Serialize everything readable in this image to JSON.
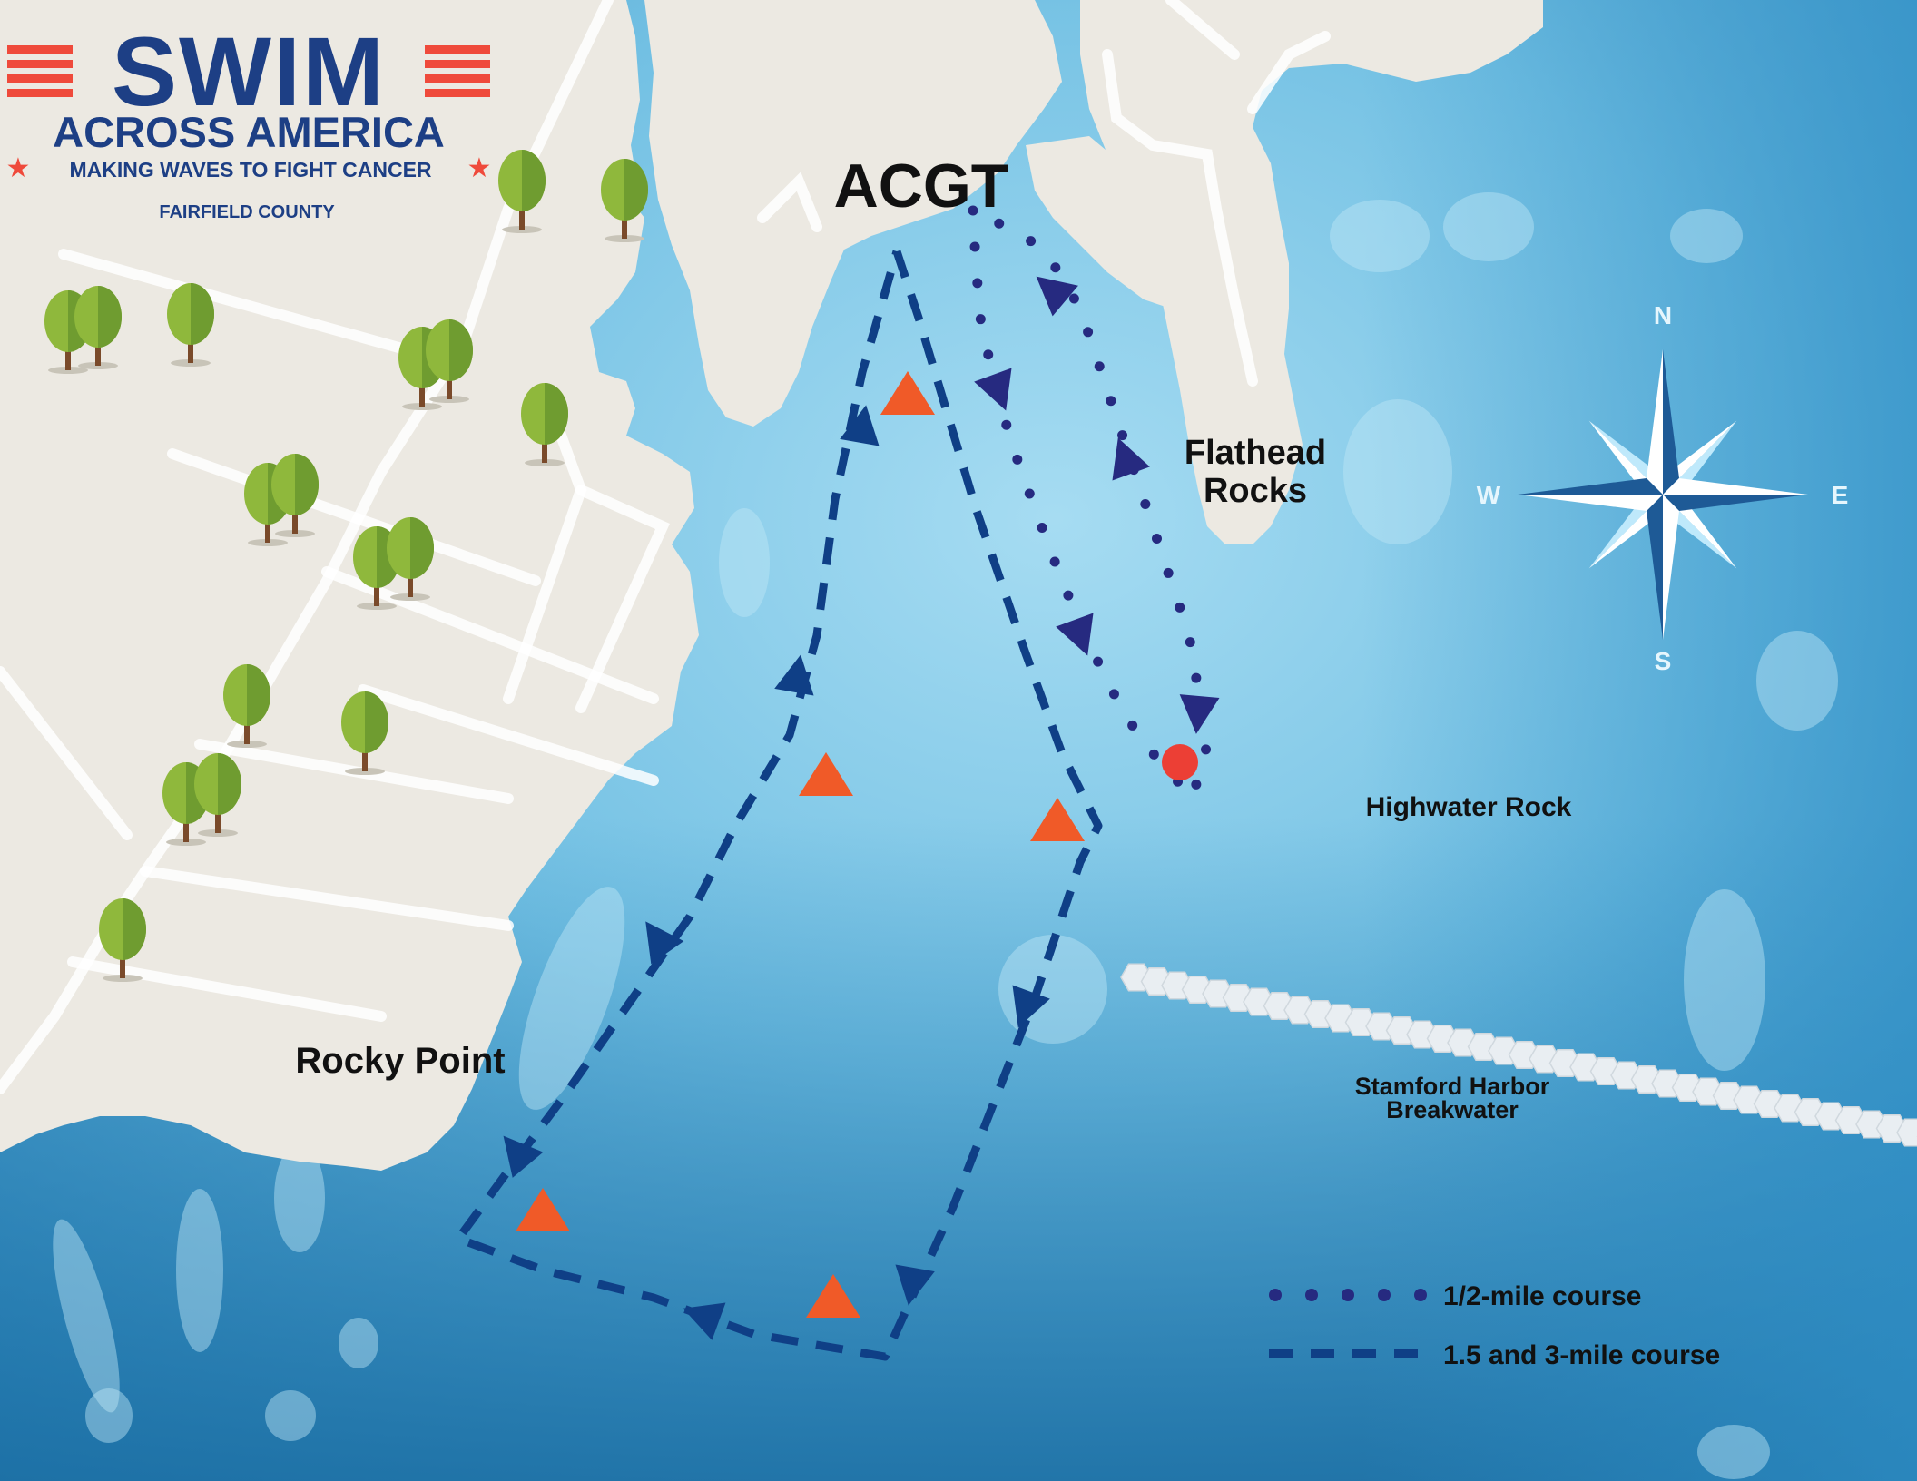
{
  "logo": {
    "swim": "SWIM",
    "across": "ACROSS AMERICA",
    "tagline": "MAKING WAVES TO FIGHT CANCER",
    "chapter": "FAIRFIELD COUNTY"
  },
  "labels": {
    "start": "ACGT",
    "flathead_1": "Flathead",
    "flathead_2": "Rocks",
    "highwater": "Highwater Rock",
    "rocky_point": "Rocky Point",
    "breakwater_1": "Stamford Harbor",
    "breakwater_2": "Breakwater"
  },
  "compass": {
    "n": "N",
    "s": "S",
    "e": "E",
    "w": "W"
  },
  "legend": {
    "half_mile": "1/2-mile course",
    "long_course": "1.5 and 3-mile course"
  },
  "colors": {
    "land": "#ece9e2",
    "water_shallow": "#8fd2ee",
    "water_deep": "#1f7fb5",
    "course": "#0f3f86",
    "half_course": "#262a80",
    "buoy": "#f05a28",
    "marker": "#ec3f35",
    "logo_blue": "#1d3f85",
    "logo_red": "#ef4a3b",
    "text": "#111111"
  },
  "icons": [
    "tree-icon",
    "buoy-icon",
    "compass-rose-icon",
    "direction-arrow-icon"
  ]
}
